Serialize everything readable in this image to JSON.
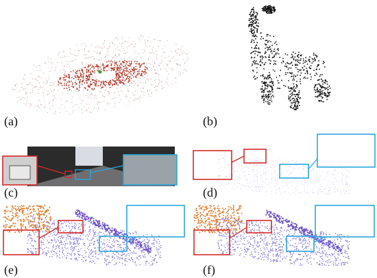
{
  "figure": {
    "panels": [
      {
        "id": "a",
        "label": "(a)",
        "content": "lidar-ring-point-cloud"
      },
      {
        "id": "b",
        "label": "(b)",
        "content": "elephant-point-cloud"
      },
      {
        "id": "c",
        "label": "(c)",
        "content": "street-camera-image"
      },
      {
        "id": "d",
        "label": "(d)",
        "content": "sparse-scene-point-cloud"
      },
      {
        "id": "e",
        "label": "(e)",
        "content": "dense-scene-point-cloud"
      },
      {
        "id": "f",
        "label": "(f)",
        "content": "dense-scene-point-cloud-refined"
      }
    ]
  },
  "colors": {
    "zoom_red": "#d62828",
    "zoom_blue": "#2aa7e0",
    "lidar_red": "#b03020",
    "purple": "#6b4fc8",
    "orange": "#e07a2a"
  }
}
